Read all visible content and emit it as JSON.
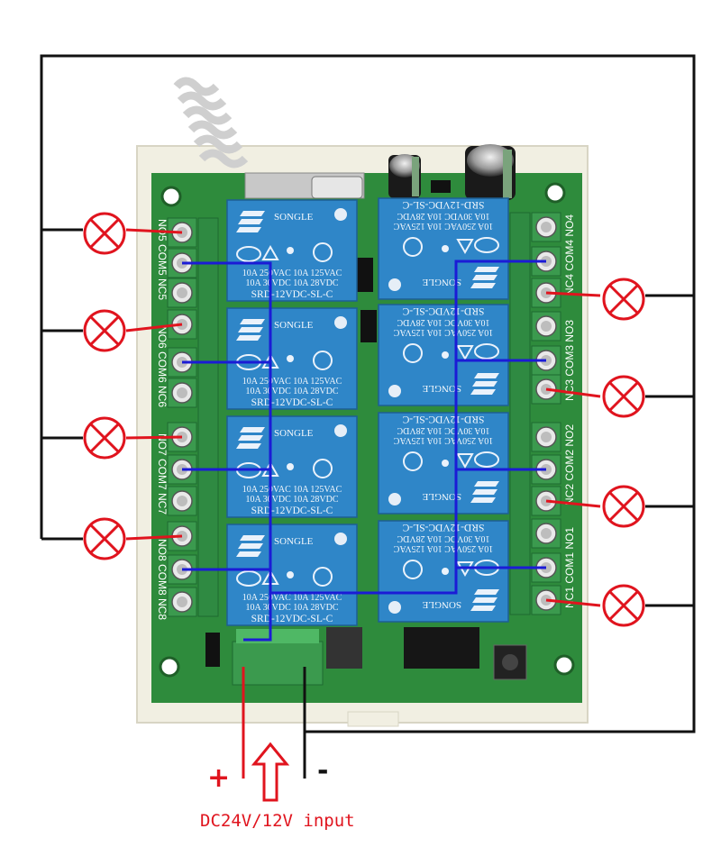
{
  "relays": [
    {
      "lines": [
        "SONGLE",
        "10A 250VAC 10A 125VAC",
        "10A  30VDC 10A  28VDC",
        "SRD-12VDC-SL-C"
      ]
    },
    {
      "lines": [
        "SONGLE",
        "10A 250VAC 10A 125VAC",
        "10A  30VDC 10A  28VDC",
        "SRD-12VDC-SL-C"
      ]
    },
    {
      "lines": [
        "SONGLE",
        "10A 250VAC 10A 125VAC",
        "10A  30VDC 10A  28VDC",
        "SRD-12VDC-SL-C"
      ]
    },
    {
      "lines": [
        "SONGLE",
        "10A 250VAC 10A 125VAC",
        "10A  30VDC 10A  28VDC",
        "SRD-12VDC-SL-C"
      ]
    },
    {
      "lines": [
        "SONGLE",
        "10A 250VAC 10A 125VAC",
        "10A  30VDC 10A  28VDC",
        "SRD-12VDC-SL-C"
      ]
    },
    {
      "lines": [
        "SONGLE",
        "10A 250VAC 10A 125VAC",
        "10A  30VDC 10A  28VDC",
        "SRD-12VDC-SL-C"
      ]
    },
    {
      "lines": [
        "SONGLE",
        "10A 250VAC 10A 125VAC",
        "10A  30VDC 10A  28VDC",
        "SRD-12VDC-SL-C"
      ]
    },
    {
      "lines": [
        "SONGLE",
        "10A 250VAC 10A 125VAC",
        "10A  30VDC 10A  28VDC",
        "SRD-12VDC-SL-C"
      ]
    }
  ],
  "left_terminals": [
    "NO5 COM5 NC5",
    "NO6 COM6 NC6",
    "NO7 COM7 NC7",
    "NO8 COM8 NC8"
  ],
  "right_terminals": [
    "NC4 COM4 NO4",
    "NC3 COM3 NO3",
    "NC2 COM2 NO2",
    "NC1 COM1 NO1"
  ],
  "power": {
    "plus": "+",
    "minus": "-",
    "caption": "DC24V/12V input"
  },
  "colors": {
    "board": "#2e8b3c",
    "relay": "#2f86c8",
    "terminal": "#3b9a4e",
    "wire_blue": "#1b1bd6",
    "wire_red": "#e0141e",
    "wire_black": "#111111"
  }
}
